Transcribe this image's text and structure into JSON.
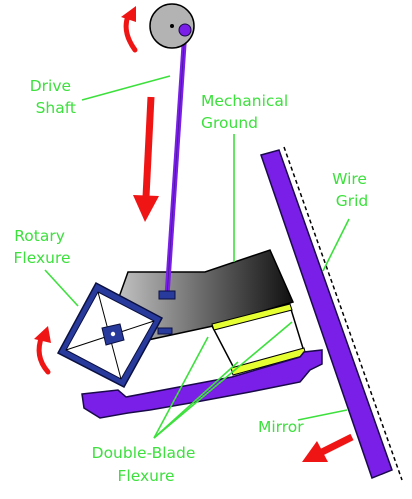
{
  "labels": {
    "drive_shaft": [
      "Drive",
      "Shaft"
    ],
    "mechanical_ground": [
      "Mechanical",
      "Ground"
    ],
    "wire_grid": [
      "Wire",
      "Grid"
    ],
    "rotary_flexure": [
      "Rotary",
      "Flexure"
    ],
    "mirror": "Mirror",
    "double_blade_flexure": [
      "Double-Blade",
      "Flexure"
    ]
  },
  "colors": {
    "label_green": "#3de03d",
    "mechanism_purple": "#7a1fe8",
    "frame_navy": "#283a9c",
    "arrow_red": "#f01515",
    "ground_gray": "#6e6e6e",
    "flexure_yellow": "#e6ff33",
    "wheel_gray": "#b3b3b3"
  },
  "icons": {
    "rotation_arrow_top": "curved-arrow-counterclockwise-icon",
    "rotation_arrow_left": "curved-arrow-counterclockwise-icon",
    "motion_arrow_down": "straight-arrow-down-icon",
    "motion_arrow_mirror": "straight-arrow-down-left-icon"
  }
}
